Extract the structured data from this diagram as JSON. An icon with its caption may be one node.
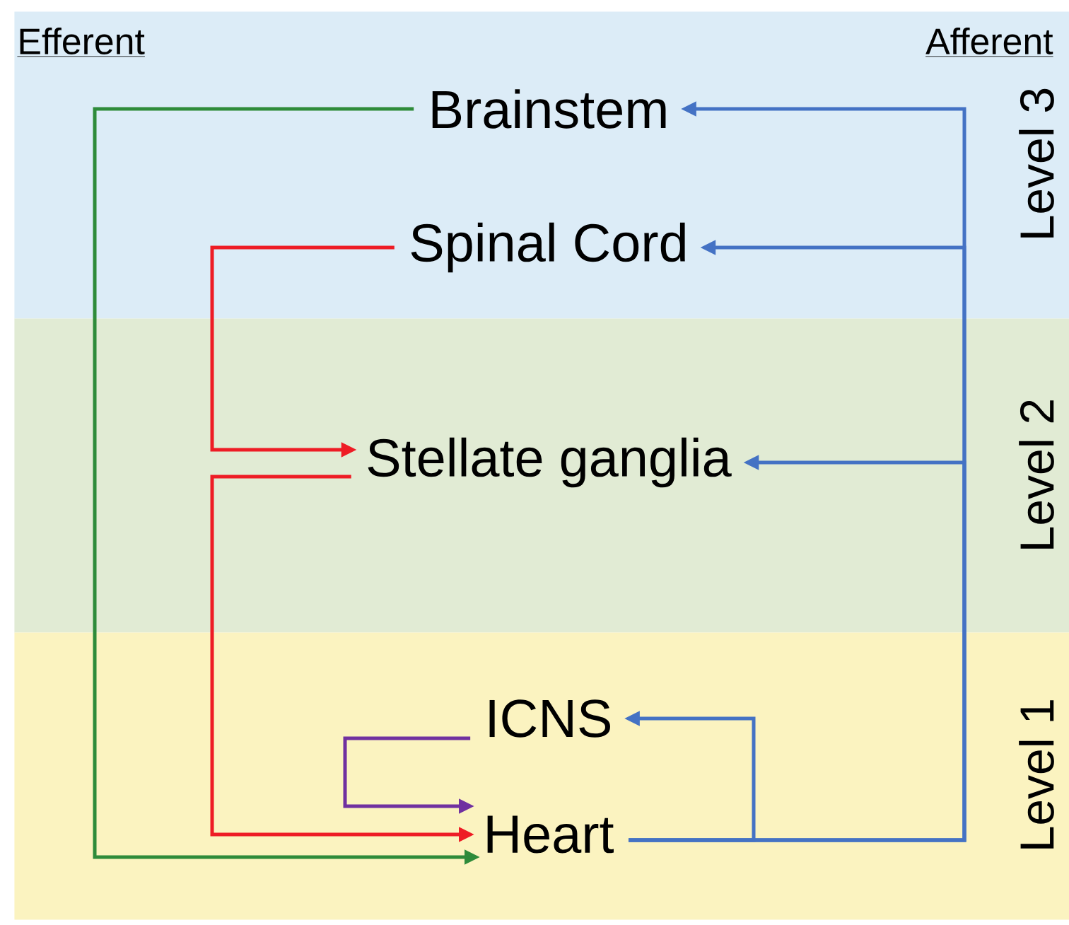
{
  "diagram": {
    "nodes": [
      {
        "text": [
          "Level 3"
        ]
      },
      {
        "text": [
          "Level 2"
        ]
      },
      {
        "text": [
          "Level 1"
        ]
      },
      {
        "text": [
          "Brainstem"
        ],
        "in": 0
      },
      {
        "text": [
          "Spinal Cord"
        ],
        "in": 0
      },
      {
        "text": [
          "Stellate ganglia"
        ],
        "in": 1
      },
      {
        "text": [
          "ICNS"
        ],
        "in": 2
      },
      {
        "text": [
          "Heart"
        ],
        "in": 2
      }
    ],
    "edges": [
      {
        "from": 3,
        "to": 7,
        "arrow": "to",
        "color": "#2e8b3a"
      },
      {
        "from": 4,
        "to": 5,
        "arrow": "to",
        "color": "#ee1c25"
      },
      {
        "from": 5,
        "to": 7,
        "arrow": "to",
        "color": "#ee1c25"
      },
      {
        "from": 6,
        "to": 7,
        "arrow": "to",
        "color": "#7030a0"
      },
      {
        "from": 7,
        "to": 6,
        "arrow": "to"
      },
      {
        "from": 7,
        "to": 3,
        "arrow": "to"
      },
      {
        "from": 7,
        "to": 4,
        "arrow": "to"
      },
      {
        "from": 7,
        "to": 5,
        "arrow": "to"
      }
    ],
    "labels": [
      "Efferent",
      "Afferent"
    ]
  }
}
